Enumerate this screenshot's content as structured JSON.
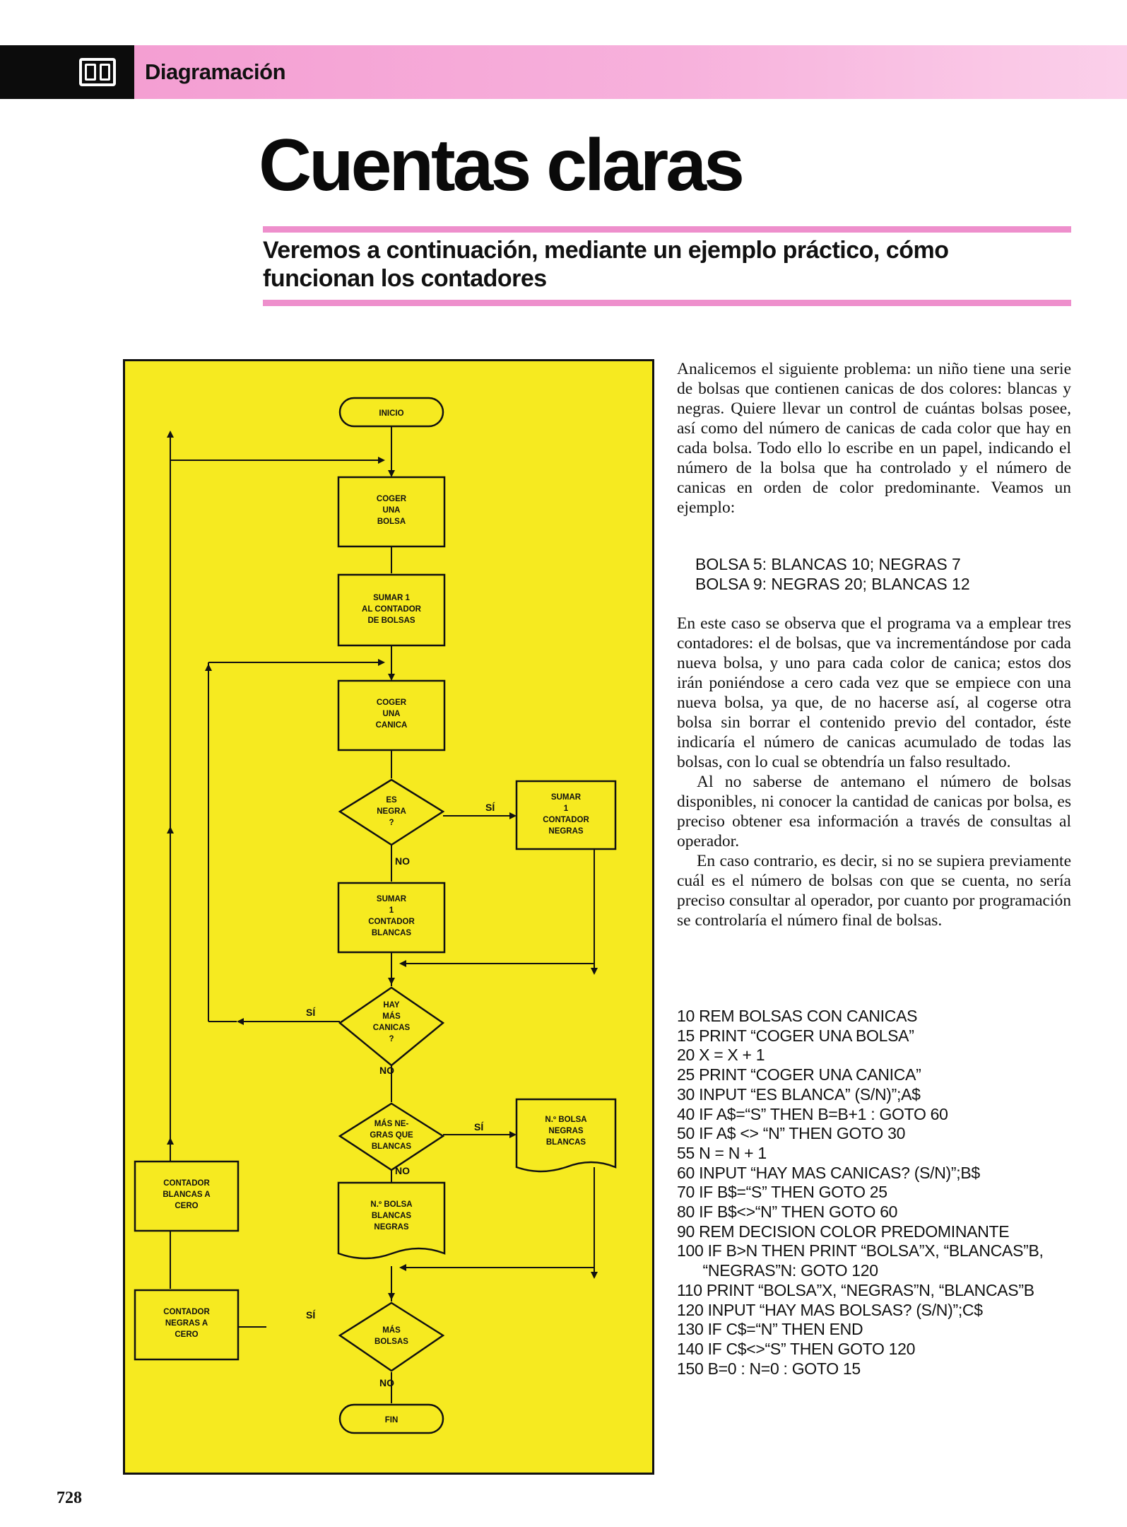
{
  "header": {
    "section": "Diagramación"
  },
  "title": "Cuentas claras",
  "subtitle": "Veremos a continuación, mediante un ejemplo práctico, cómo funcionan los contadores",
  "flowchart": {
    "inicio": "INICIO",
    "coger_bolsa": [
      "COGER",
      "UNA",
      "BOLSA"
    ],
    "sumar_bolsas": [
      "SUMAR 1",
      "AL CONTADOR",
      "DE BOLSAS"
    ],
    "coger_canica": [
      "COGER",
      "UNA",
      "CANICA"
    ],
    "es_negra": [
      "ES",
      "NEGRA",
      "?"
    ],
    "sumar_negras": [
      "SUMAR",
      "1",
      "CONTADOR",
      "NEGRAS"
    ],
    "sumar_blancas": [
      "SUMAR",
      "1",
      "CONTADOR",
      "BLANCAS"
    ],
    "hay_mas_canicas": [
      "HAY",
      "MÁS",
      "CANICAS",
      "?"
    ],
    "mas_negras": [
      "MÁS NE-",
      "GRAS QUE",
      "BLANCAS"
    ],
    "doc_negras_blancas": [
      "N.º BOLSA",
      "NEGRAS",
      "BLANCAS"
    ],
    "doc_blancas_negras": [
      "N.º BOLSA",
      "BLANCAS",
      "NEGRAS"
    ],
    "blancas_cero": [
      "CONTADOR",
      "BLANCAS A",
      "CERO"
    ],
    "negras_cero": [
      "CONTADOR",
      "NEGRAS A",
      "CERO"
    ],
    "mas_bolsas": [
      "MÁS",
      "BOLSAS"
    ],
    "fin": "FIN",
    "yes": "SÍ",
    "no": "NO"
  },
  "article": {
    "p1": "Analicemos el siguiente problema: un niño tiene una serie de bolsas que contienen canicas de dos colores: blancas y negras. Quiere llevar un control de cuántas bolsas posee, así como del número de canicas de cada color que hay en cada bolsa. Todo ello lo escribe en un papel, indicando el número de la bolsa que ha controlado y el número de canicas en orden de color predominante. Veamos un ejemplo:",
    "example": [
      "BOLSA 5: BLANCAS 10; NEGRAS 7",
      "BOLSA 9: NEGRAS 20; BLANCAS 12"
    ],
    "p2": "En este caso se observa que el programa va a emplear tres contadores: el de bolsas, que va incrementándose por cada nueva bolsa, y uno para cada color de canica; estos dos irán poniéndose a cero cada vez que se empiece con una nueva bolsa, ya que, de no hacerse así, al cogerse otra bolsa sin borrar el contenido previo del contador, éste indicaría el número de canicas acumulado de todas las bolsas, con lo cual se obtendría un falso resultado.",
    "p3": "Al no saberse de antemano el número de bolsas disponibles, ni conocer la cantidad de canicas por bolsa, es preciso obtener esa información a través de consultas al operador.",
    "p4": "En caso contrario, es decir, si no se supiera previamente cuál es el número de bolsas con que se cuenta, no sería preciso consultar al operador, por cuanto por programación se controlaría el número final de bolsas."
  },
  "code": [
    "10 REM BOLSAS CON CANICAS",
    "15 PRINT “COGER UNA BOLSA”",
    "20 X = X + 1",
    "25 PRINT “COGER UNA CANICA”",
    "30 INPUT “ES BLANCA” (S/N)”;A$",
    "40 IF A$=“S” THEN B=B+1 : GOTO 60",
    "50 IF A$ <> “N” THEN GOTO 30",
    "55 N = N + 1",
    "60 INPUT “HAY MAS CANICAS? (S/N)”;B$",
    "70 IF B$=“S” THEN GOTO 25",
    "80 IF B$<>“N” THEN GOTO 60",
    "90 REM DECISION COLOR PREDOMINANTE",
    "100 IF B>N THEN PRINT “BOLSA”X, “BLANCAS”B,",
    "      “NEGRAS”N: GOTO 120",
    "110 PRINT “BOLSA”X, “NEGRAS”N, “BLANCAS”B",
    "120 INPUT “HAY MAS BOLSAS? (S/N)”;C$",
    "130 IF C$=“N” THEN END",
    "140 IF C$<>“S” THEN GOTO 120",
    "150 B=0 : N=0 : GOTO 15"
  ],
  "page_number": "728"
}
